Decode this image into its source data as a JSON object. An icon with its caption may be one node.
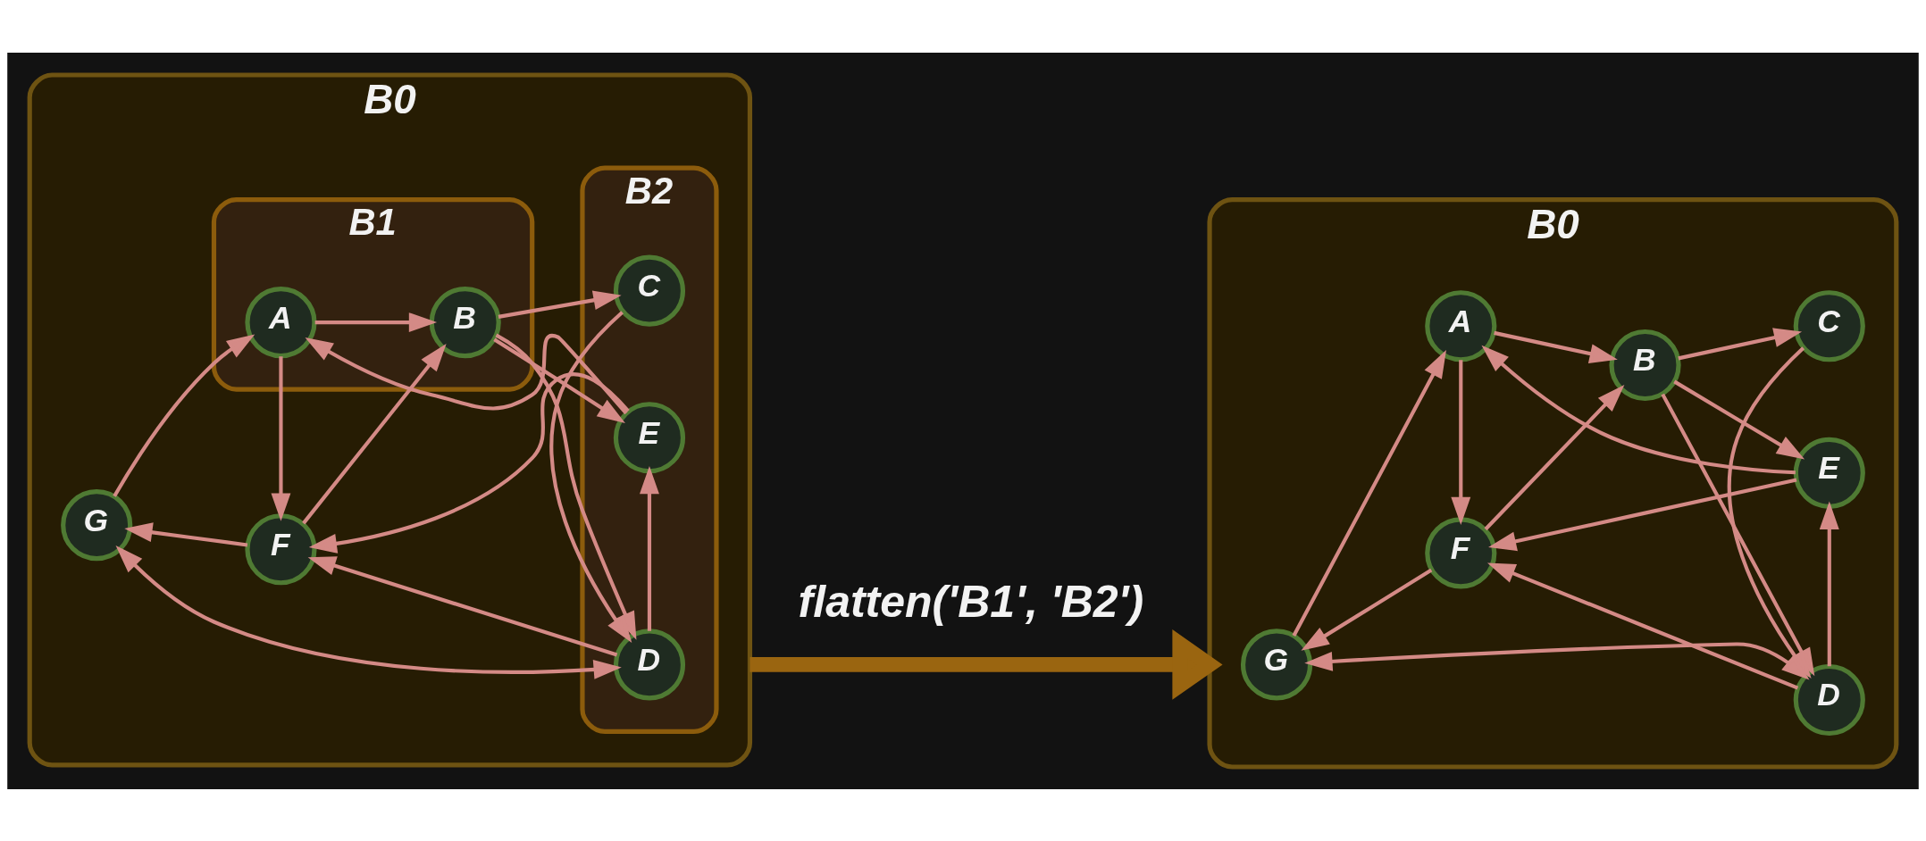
{
  "diagram": {
    "nodes": [
      {
        "text": [
          "B0"
        ]
      },
      {
        "text": [
          "B1"
        ],
        "in": 0
      },
      {
        "text": [
          "A"
        ],
        "in": 1
      },
      {
        "text": [
          "B"
        ],
        "in": 1
      },
      {
        "text": [
          "B2"
        ],
        "in": 0
      },
      {
        "text": [
          "C"
        ],
        "in": 4
      },
      {
        "text": [
          "D"
        ],
        "in": 4
      },
      {
        "text": [
          "E"
        ],
        "in": 4
      },
      {
        "text": [
          "F"
        ],
        "in": 0
      },
      {
        "text": [
          "G"
        ],
        "in": 0
      },
      {
        "text": [
          "B0"
        ]
      },
      {
        "text": [
          "A"
        ],
        "in": 10
      },
      {
        "text": [
          "B"
        ],
        "in": 10
      },
      {
        "text": [
          "C"
        ],
        "in": 10
      },
      {
        "text": [
          "D"
        ],
        "in": 10
      },
      {
        "text": [
          "E"
        ],
        "in": 10
      },
      {
        "text": [
          "F"
        ],
        "in": 10
      },
      {
        "text": [
          "G"
        ],
        "in": 10
      }
    ],
    "edges": [
      {
        "from": 2,
        "to": 3,
        "arrow": "to"
      },
      {
        "from": 3,
        "to": 5,
        "arrow": "to"
      },
      {
        "from": 5,
        "to": 6,
        "arrow": "to"
      },
      {
        "from": 9,
        "to": 2,
        "arrow": "to"
      },
      {
        "from": 2,
        "to": 8,
        "arrow": "to"
      },
      {
        "from": 8,
        "to": 3,
        "arrow": "to"
      },
      {
        "from": 7,
        "to": 2,
        "arrow": "to"
      },
      {
        "from": 3,
        "to": 7,
        "arrow": "to"
      },
      {
        "from": 3,
        "to": 6,
        "arrow": "to"
      },
      {
        "from": 9,
        "to": 6,
        "arrow": "both"
      },
      {
        "from": 6,
        "to": 7,
        "arrow": "to"
      },
      {
        "from": 6,
        "to": 8,
        "arrow": "to"
      },
      {
        "from": 7,
        "to": 8,
        "arrow": "to"
      },
      {
        "from": 8,
        "to": 9,
        "arrow": "to"
      },
      {
        "from": 0,
        "to": 10,
        "arrow": "to",
        "label": "flatten('B1', 'B2')",
        "style": "thick",
        "color": "#9a6510"
      },
      {
        "from": 11,
        "to": 12,
        "arrow": "to"
      },
      {
        "from": 12,
        "to": 13,
        "arrow": "to"
      },
      {
        "from": 13,
        "to": 14,
        "arrow": "to"
      },
      {
        "from": 17,
        "to": 11,
        "arrow": "to"
      },
      {
        "from": 11,
        "to": 16,
        "arrow": "to"
      },
      {
        "from": 16,
        "to": 12,
        "arrow": "to"
      },
      {
        "from": 15,
        "to": 11,
        "arrow": "to"
      },
      {
        "from": 12,
        "to": 15,
        "arrow": "to"
      },
      {
        "from": 12,
        "to": 14,
        "arrow": "to"
      },
      {
        "from": 17,
        "to": 14,
        "arrow": "both"
      },
      {
        "from": 14,
        "to": 15,
        "arrow": "to"
      },
      {
        "from": 14,
        "to": 16,
        "arrow": "to"
      },
      {
        "from": 15,
        "to": 16,
        "arrow": "to"
      },
      {
        "from": 16,
        "to": 17,
        "arrow": "to"
      }
    ]
  }
}
